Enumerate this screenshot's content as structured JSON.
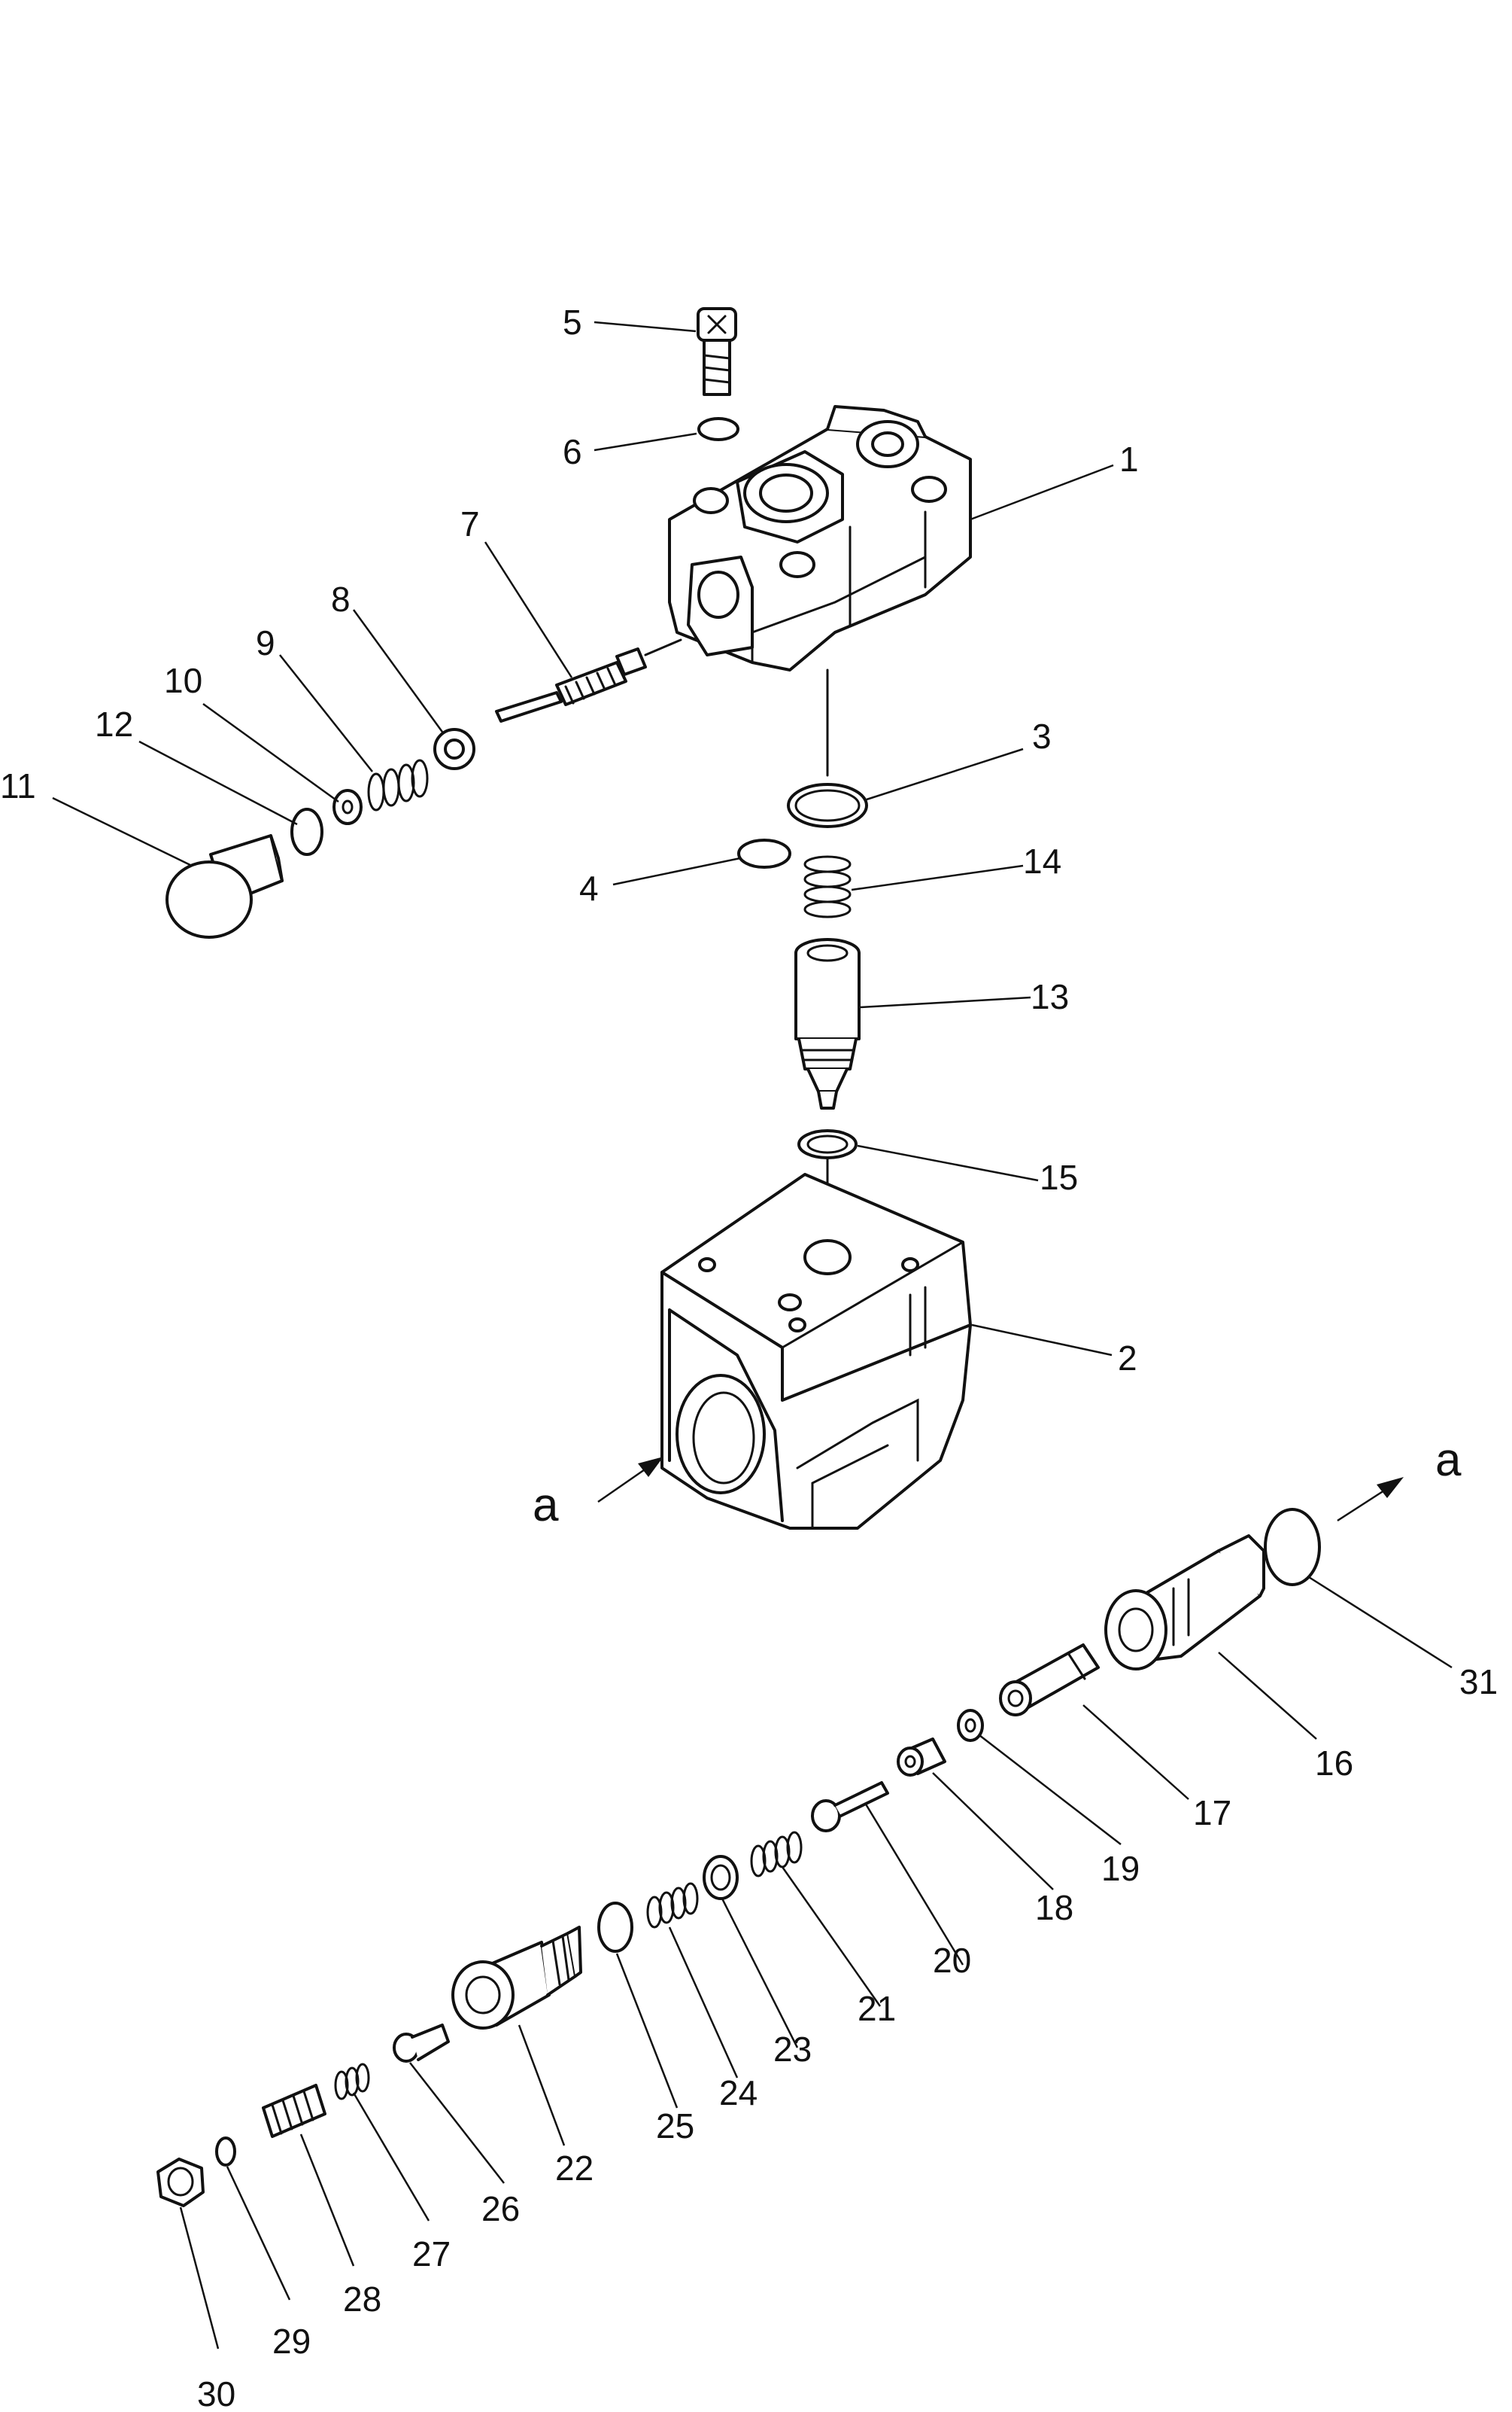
{
  "figure": {
    "parts": [
      {
        "number": "1",
        "name": "valve-cover"
      },
      {
        "number": "2",
        "name": "valve-body"
      },
      {
        "number": "3",
        "name": "o-ring"
      },
      {
        "number": "4",
        "name": "o-ring"
      },
      {
        "number": "5",
        "name": "bolt"
      },
      {
        "number": "6",
        "name": "washer"
      },
      {
        "number": "7",
        "name": "spool"
      },
      {
        "number": "8",
        "name": "seat"
      },
      {
        "number": "9",
        "name": "spring"
      },
      {
        "number": "10",
        "name": "washer"
      },
      {
        "number": "11",
        "name": "plug"
      },
      {
        "number": "12",
        "name": "o-ring"
      },
      {
        "number": "13",
        "name": "poppet"
      },
      {
        "number": "14",
        "name": "spring"
      },
      {
        "number": "15",
        "name": "ring"
      },
      {
        "number": "16",
        "name": "sleeve"
      },
      {
        "number": "17",
        "name": "piston"
      },
      {
        "number": "18",
        "name": "sleeve"
      },
      {
        "number": "19",
        "name": "ring"
      },
      {
        "number": "20",
        "name": "pin"
      },
      {
        "number": "21",
        "name": "spring"
      },
      {
        "number": "22",
        "name": "valve-housing"
      },
      {
        "number": "23",
        "name": "seat"
      },
      {
        "number": "24",
        "name": "spring"
      },
      {
        "number": "25",
        "name": "o-ring"
      },
      {
        "number": "26",
        "name": "poppet"
      },
      {
        "number": "27",
        "name": "spring"
      },
      {
        "number": "28",
        "name": "adjusting-screw"
      },
      {
        "number": "29",
        "name": "o-ring"
      },
      {
        "number": "30",
        "name": "nut"
      },
      {
        "number": "31",
        "name": "o-ring"
      }
    ],
    "references": {
      "left": "a",
      "right": "a"
    },
    "colors": {
      "line": "#111111",
      "background": "#ffffff"
    }
  }
}
